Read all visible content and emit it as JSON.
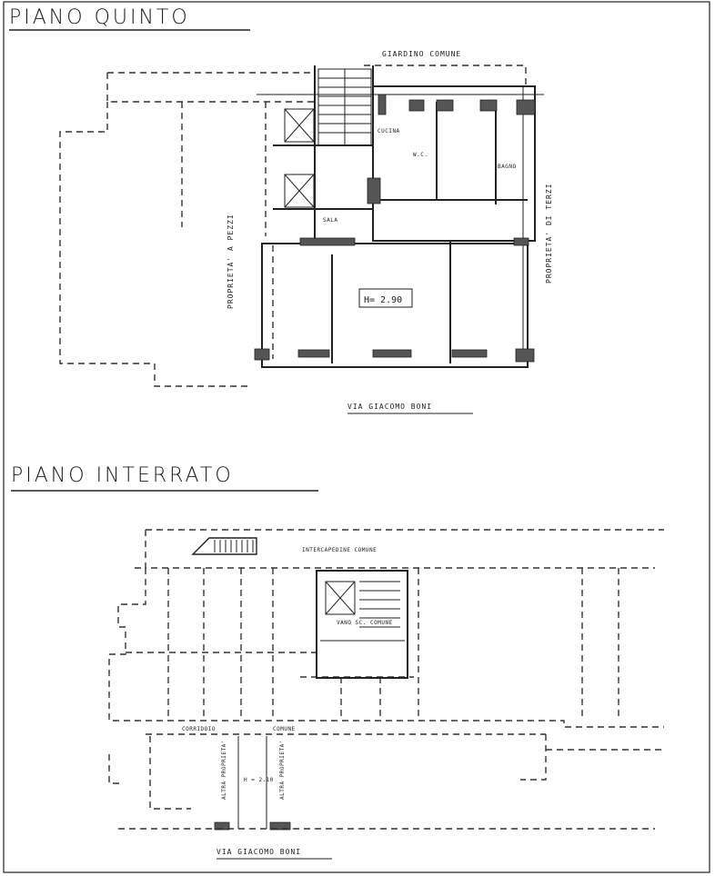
{
  "top_plan": {
    "title": "PIANO QUINTO",
    "north_label": "GIARDINO COMUNE",
    "left_label": "PROPRIETA' A PEZZI",
    "right_label": "PROPRIETA' DI TERZI",
    "room_sala": "SALA",
    "room_bagno": "BAGNO",
    "room_cucina": "CUCINA",
    "room_wc": "W.C.",
    "height_label": "H= 2.90",
    "street_label": "VIA GIACOMO BONI"
  },
  "bottom_plan": {
    "title": "PIANO INTERRATO",
    "top_label": "INTERCAPEDINE COMUNE",
    "vano_label": "VANO SC. COMUNE",
    "corridor_label": "CORRIDOIO",
    "comune_label": "COMUNE",
    "left_vert_label": "ALTRA PROPRIETA'",
    "right_vert_label": "ALTRA PROPRIETA'",
    "height_label": "H = 2.10",
    "street_label": "VIA GIACOMO BONI"
  }
}
